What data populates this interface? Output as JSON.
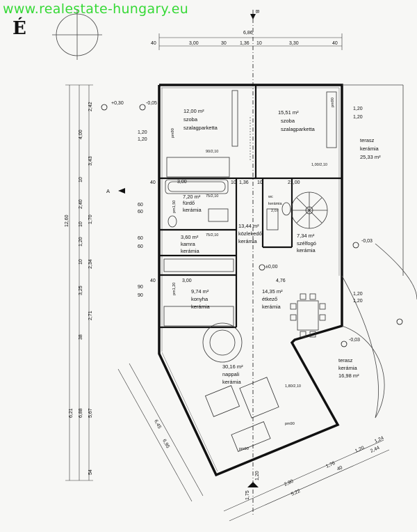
{
  "watermark": "www.realestate-hungary.eu",
  "north_label": "É",
  "section_markers": {
    "a": "A",
    "b": "B"
  },
  "rooms": {
    "szoba1": {
      "area": "12,00 m²",
      "name": "szoba",
      "floor": "szalagparketta"
    },
    "szoba2": {
      "area": "15,51 m²",
      "name": "szoba",
      "floor": "szalagparketta"
    },
    "terasz1": {
      "name": "terasz",
      "floor": "kerámia",
      "area": "25,33 m²"
    },
    "furdo": {
      "area": "7,20 m²",
      "name": "fürdő",
      "floor": "kerámia"
    },
    "wc": {
      "name": "wc",
      "floor": "kerámia"
    },
    "kamra": {
      "area": "3,60 m²",
      "name": "kamra",
      "floor": "kerámia"
    },
    "kozlekedo": {
      "area": "13,44 m²",
      "name": "közlekedő",
      "floor": "kerámia"
    },
    "szelfogo": {
      "area": "7,34 m²",
      "name": "szélfogó",
      "floor": "kerámia"
    },
    "konyha": {
      "area": "9,74 m²",
      "name": "konyha",
      "floor": "kerámia"
    },
    "etkezo": {
      "area": "14,35 m²",
      "name": "étkező",
      "floor": "kerámia"
    },
    "nappali": {
      "area": "30,16 m²",
      "name": "nappali",
      "floor": "kerámia"
    },
    "terasz2": {
      "name": "terasz",
      "floor": "kerámia",
      "area": "16,98 m²"
    }
  },
  "levels": {
    "plus030": "+0,30",
    "minus005": "-0,05",
    "zero": "±0,00",
    "minus003a": "-0,03",
    "minus003b": "-0,03"
  },
  "dims_top": {
    "total": "6,86",
    "d40a": "40",
    "d300": "3,00",
    "d30": "30",
    "d136": "1,36",
    "d10": "10",
    "d330": "3,30",
    "d40b": "40"
  },
  "dims_left": {
    "total": "12,60",
    "d242": "2,42",
    "d400": "4,00",
    "d343": "3,43",
    "d10a": "10",
    "d240": "2,40",
    "d10b": "10",
    "d170": "1,70",
    "d120": "1,20",
    "d10c": "10",
    "d234": "2,34",
    "d325": "3,25",
    "d271": "2,71",
    "d38": "38",
    "d621": "6,21",
    "d688": "6,88",
    "d567": "5,67",
    "d54": "54"
  },
  "dims_diag": {
    "d695": "6,95",
    "d645": "6,45"
  },
  "dims_bottom": {
    "d120a": "1,20",
    "d124": "1,24",
    "d176": "1,76",
    "d244": "2,44",
    "d40": "40",
    "d290": "2,90",
    "d522": "5,22",
    "d1_75": "1,75",
    "d120b": "1,20"
  },
  "openings": {
    "w120a": "1,20",
    "w120b": "1,20",
    "w120c": "1,20",
    "w120d": "1,20",
    "w120e": "1,20",
    "w120f": "1,20",
    "w60a": "60",
    "w60b": "60",
    "w60c": "60",
    "w60d": "60",
    "w90a": "90",
    "w90b": "90",
    "w40a": "40",
    "w40b": "40",
    "d90_210": "90/2,10",
    "d100_210": "1,00/2,10",
    "d180_210": "1,80/2,10",
    "d75_210a": "75/2,10",
    "d75_210b": "75/2,10",
    "pm90a": "pm90",
    "pm90b": "pm90",
    "pm90c": "pm90",
    "pm90d": "pm90",
    "inner300a": "3,00",
    "inner300b": "3,00",
    "inner476": "4,76",
    "inner136": "1,36",
    "inner210": "21,00",
    "inner10a": "10",
    "inner10b": "10",
    "pm150": "pm1,50",
    "pm120": "pm1,20",
    "d207": "2,07"
  },
  "colors": {
    "wall": "#111111",
    "watermark": "#36d936",
    "background": "#f7f7f5"
  }
}
